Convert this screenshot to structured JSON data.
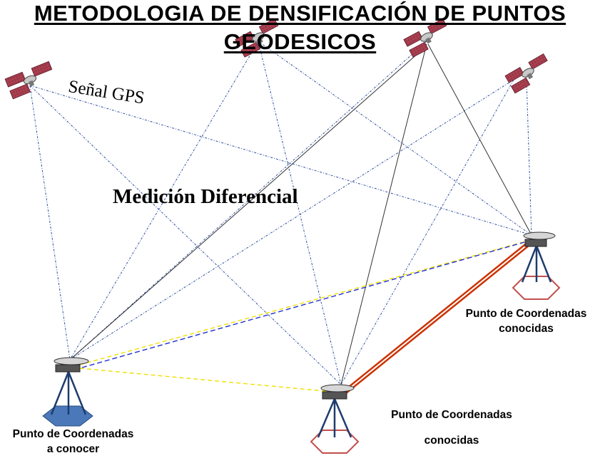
{
  "title": {
    "line1": "METODOLOGIA DE DENSIFICACIÓN DE PUNTOS",
    "line2": "GEODESICOS"
  },
  "labels": {
    "signal": "Señal GPS",
    "method": "Medición Diferencial"
  },
  "stations": {
    "unknown": {
      "line1": "Punto de Coordenadas",
      "line2": "a conocer"
    },
    "known_right": {
      "line1": "Punto de Coordenadas",
      "line2": "conocidas"
    },
    "known_bottom": {
      "line1": "Punto de Coordenadas",
      "line2": "conocidas"
    }
  },
  "colors": {
    "signal_line": "#2f4f9f",
    "solid_line": "#333333",
    "yellow_link": "#f0e000",
    "blue_link": "#1f2fd0",
    "baseline": "#cc3300",
    "unknown_marker": "#4a78b8",
    "known_marker": "#c0504d"
  }
}
